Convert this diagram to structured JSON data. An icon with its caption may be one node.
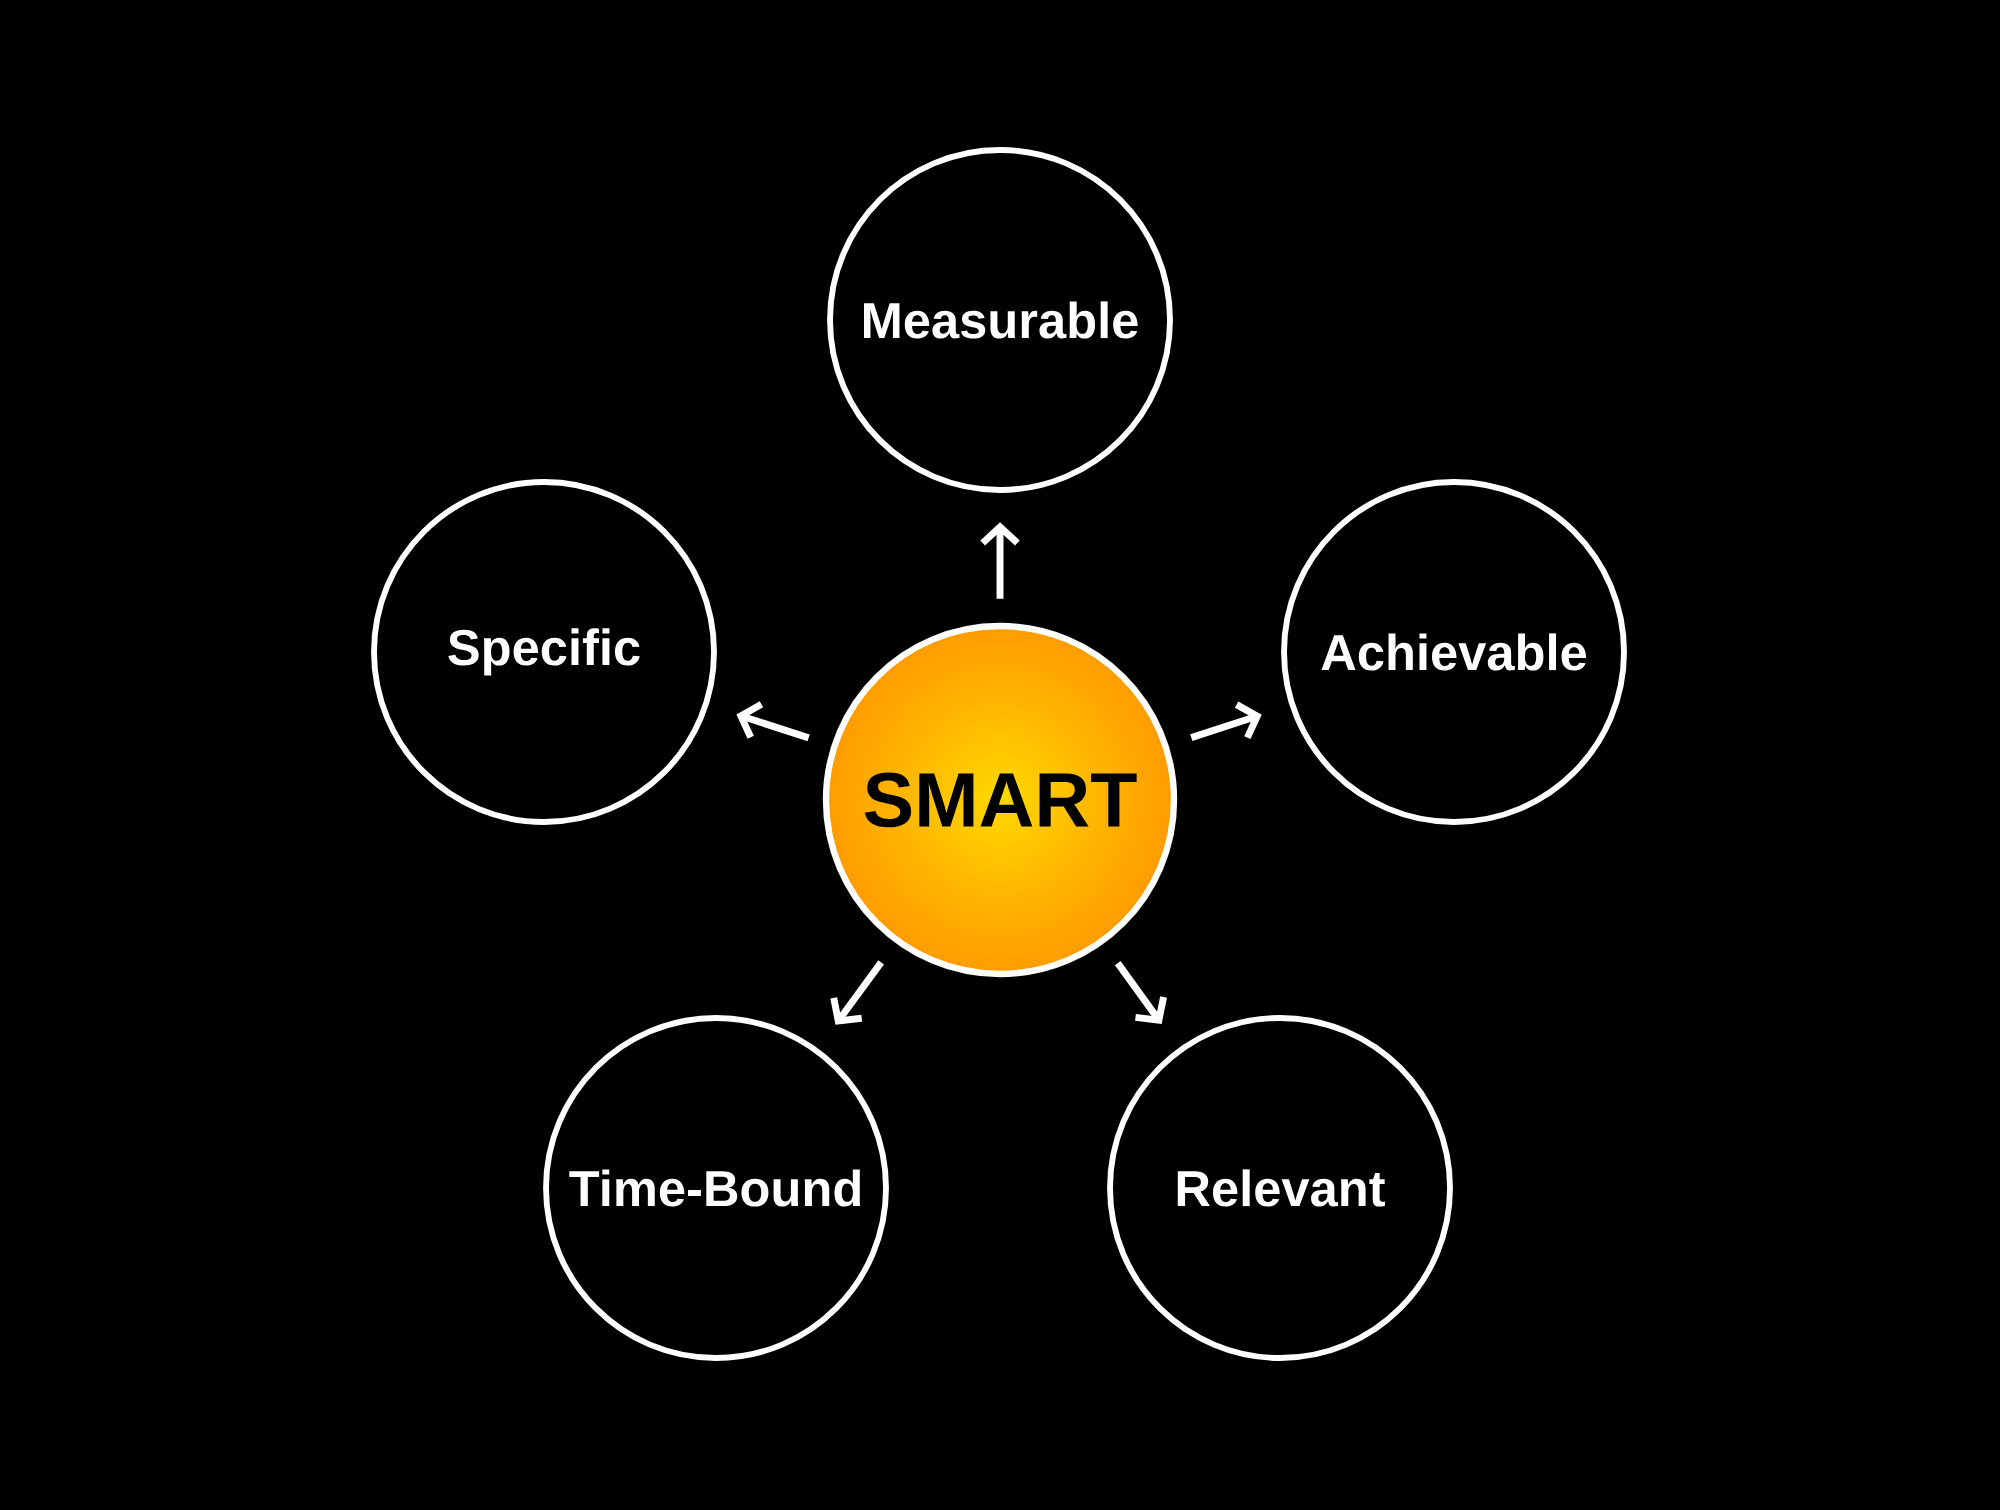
{
  "diagram": {
    "nodes": [
      {
        "text": [
          "Measurable"
        ]
      },
      {
        "text": [
          "Specific"
        ]
      },
      {
        "text": [
          "SMART"
        ]
      },
      {
        "text": [
          "Achievable"
        ]
      },
      {
        "text": [
          "Time-Bound"
        ]
      },
      {
        "text": [
          "Relevant"
        ]
      }
    ],
    "edges": [
      {
        "from": 2,
        "to": 0,
        "arrow": "to"
      },
      {
        "from": 2,
        "to": 1,
        "arrow": "to"
      },
      {
        "from": 2,
        "to": 3,
        "arrow": "to"
      },
      {
        "from": 2,
        "to": 4,
        "arrow": "to"
      },
      {
        "from": 2,
        "to": 5,
        "arrow": "to"
      }
    ]
  }
}
